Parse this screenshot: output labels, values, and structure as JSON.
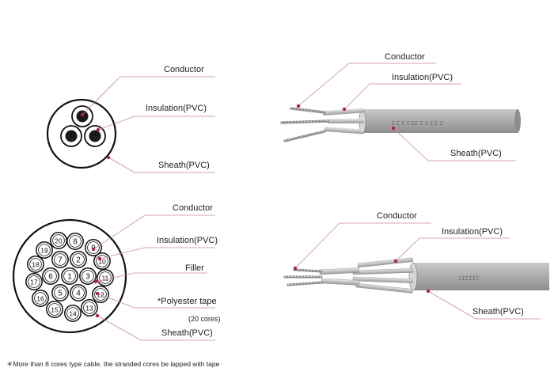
{
  "diagram_top_left": {
    "labels": [
      "Conductor",
      "Insulation(PVC)",
      "Sheath(PVC)"
    ]
  },
  "diagram_top_right": {
    "labels": [
      "Conductor",
      "Insulation(PVC)",
      "Sheath(PVC)"
    ]
  },
  "diagram_bottom_left": {
    "labels": [
      "Conductor",
      "Insulation(PVC)",
      "Filler",
      "*Polyester tape",
      "(20 cores)",
      "Sheath(PVC)"
    ],
    "core_numbers": [
      "1",
      "2",
      "3",
      "4",
      "5",
      "6",
      "7",
      "8",
      "9",
      "10",
      "11",
      "12",
      "13",
      "14",
      "15",
      "16",
      "17",
      "18",
      "19",
      "20"
    ]
  },
  "diagram_bottom_right": {
    "labels": [
      "Conductor",
      "Insulation(PVC)",
      "Sheath(PVC)"
    ]
  },
  "footnote": "＊More than 8 cores type cable, the stranded cores be lapped with tape",
  "colors": {
    "marker": "#b0243c",
    "leader": "#c88a96",
    "sheath": "#a8a8a8"
  }
}
